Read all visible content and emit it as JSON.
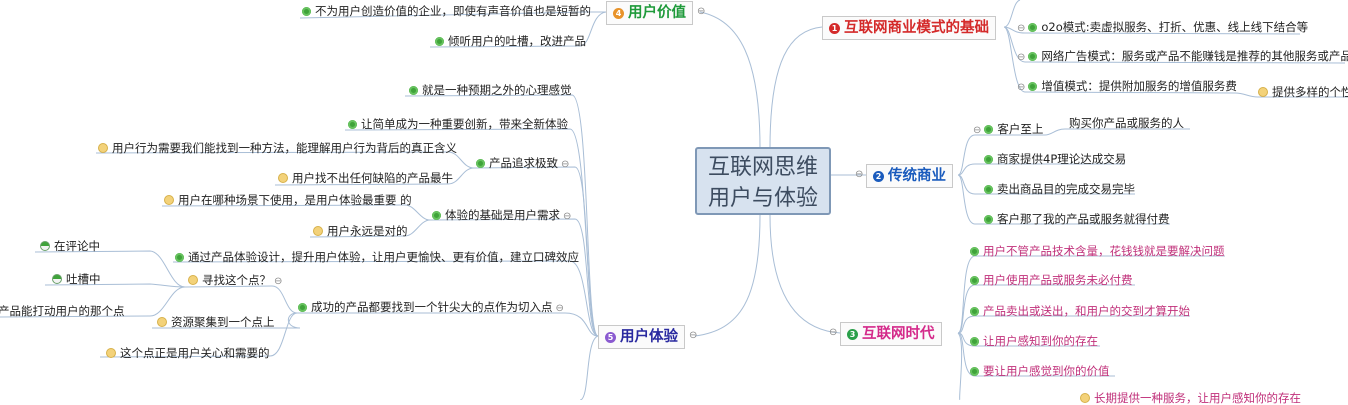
{
  "central": {
    "line1": "互联网思维",
    "line2": "用户与体验"
  },
  "branches": {
    "value": {
      "label": "用户价值",
      "badge": "4",
      "color": "#1e9a3a"
    },
    "experience": {
      "label": "用户体验",
      "badge": "5",
      "color": "#2a2aa0"
    },
    "business": {
      "label": "互联网商业模式的基础",
      "badge": "1",
      "color": "#d42a2a"
    },
    "traditional": {
      "label": "传统商业",
      "badge": "2",
      "color": "#1a5bbd"
    },
    "era": {
      "label": "互联网时代",
      "badge": "3",
      "color": "#d42a8a"
    }
  },
  "value_items": [
    "不为用户创造价值的企业，即使有声音价值也是短暂的",
    "倾听用户的吐槽，改进产品"
  ],
  "exp_items": {
    "surprise": "就是一种预期之外的心理感觉",
    "simple": "让简单成为一种重要创新，带来全新体验",
    "perfect": "产品追求极致",
    "perfect_children": [
      "用户行为需要我们能找到一种方法，能理解用户行为背后的真正含义",
      "用户找不出任何缺陷的产品最牛"
    ],
    "basis": "体验的基础是用户需求",
    "basis_children": [
      "用户在哪种场景下使用，是用户体验最重要 的",
      "用户永远是对的"
    ],
    "design": "通过产品体验设计，提升用户体验，让用户更愉快、更有价值，建立口碑效应",
    "success": "成功的产品都要找到一个针尖大的点作为切入点",
    "find": "寻找这个点？",
    "find_children": [
      "在评论中",
      "吐槽中"
    ],
    "touch": "产品能打动用户的那个点",
    "focus": "资源聚集到一个点上",
    "care": "这个点正是用户关心和需要的"
  },
  "business_items": [
    "o2o模式:卖虚拟服务、打折、优惠、线上线下结合等",
    "网络广告模式：服务或产品不能赚钱是推荐的其他服务或产品",
    "增值模式：提供附加服务的增值服务费"
  ],
  "business_extra": "提供多样的个性",
  "traditional_items": {
    "customer": "客户至上",
    "customer_child": "购买你产品或服务的人",
    "others": [
      "商家提供4P理论达成交易",
      "卖出商品目的完成交易完毕",
      "客户那了我的产品或服务就得付费"
    ]
  },
  "era_items": [
    "用户不管产品技术含量，花钱钱就是要解决问题",
    "用户使用产品或服务未必付费",
    "产品卖出或送出，和用户的交到才算开始",
    "让用户感知到你的存在",
    "要让用户感觉到你的价值"
  ],
  "era_partial": "长期提供一种服务，让用户感知你的存在",
  "colors": {
    "line": "#a9bed6",
    "central_fill": "#d7e2ef",
    "central_border": "#7f98b6"
  }
}
